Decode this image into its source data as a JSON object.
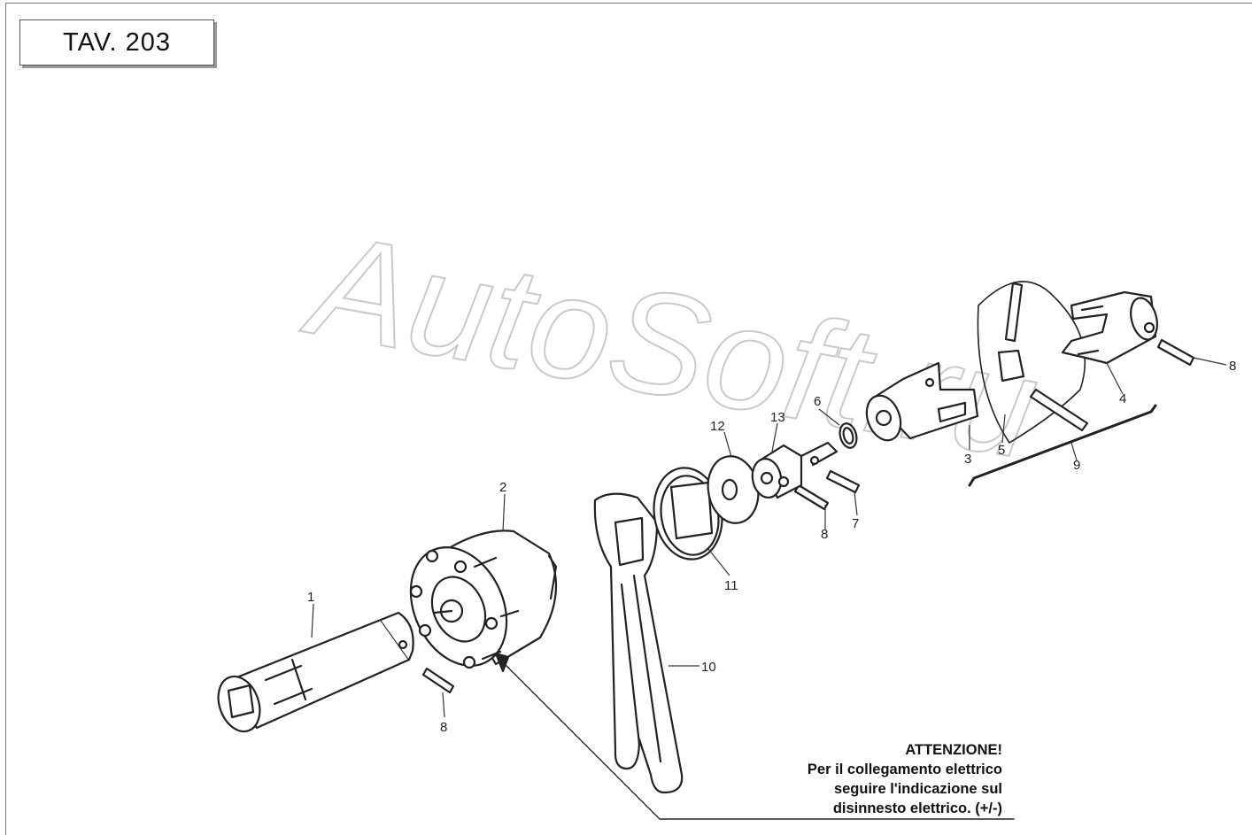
{
  "title": "TAV. 203",
  "watermark": "AutoSoft.ru",
  "callouts": [
    "1",
    "2",
    "3",
    "4",
    "5",
    "6",
    "7",
    "8",
    "8",
    "8",
    "9",
    "10",
    "11",
    "12",
    "13"
  ],
  "note": {
    "heading": "ATTENZIONE!",
    "line1": "Per il collegamento elettrico",
    "line2": "seguire l'indicazione sul",
    "line3": "disinnesto elettrico. (+/-)"
  }
}
